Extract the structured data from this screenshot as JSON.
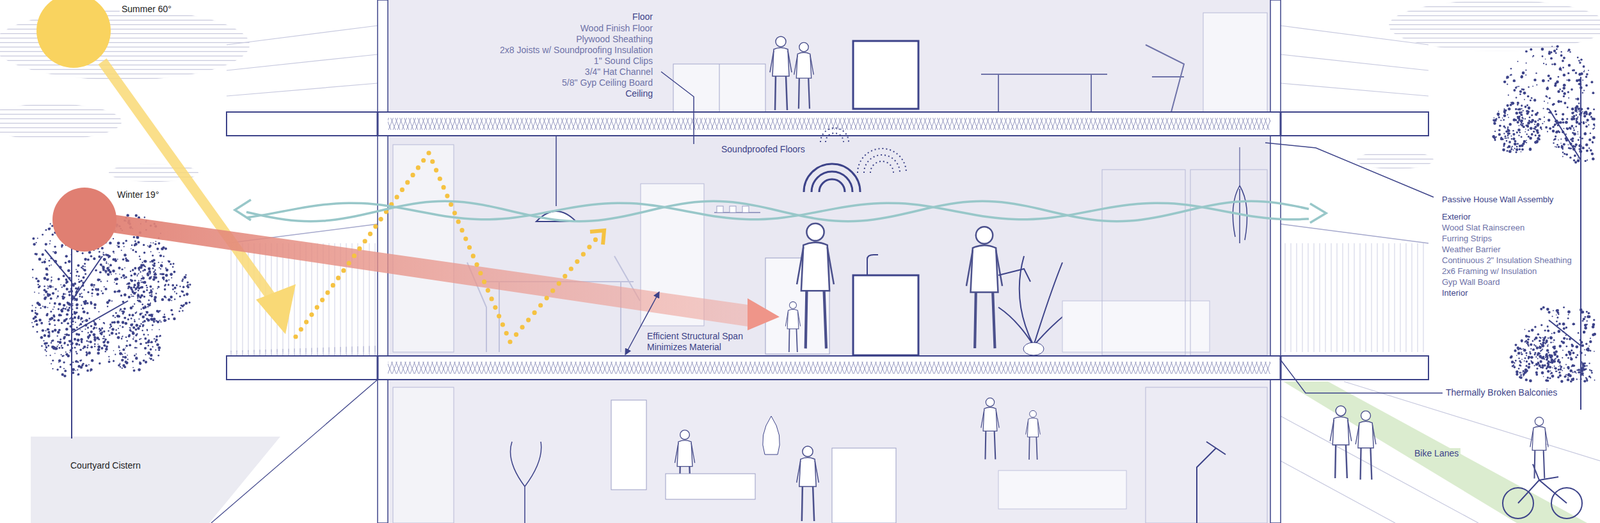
{
  "diagram": {
    "labels": [
      "Summer 60°",
      "Winter 19°",
      "Courtyard Cistern",
      "Floor",
      "Wood Finish Floor",
      "Plywood Sheathing",
      "2x8 Joists w/ Soundproofing Insulation",
      "1\" Sound Clips",
      "3/4\" Hat Channel",
      "5/8\" Gyp Ceiling Board",
      "Ceiling",
      "Soundproofed Floors",
      "Efficient Structural Span Minimizes Material",
      "Passive House Wall Assembly",
      "Exterior",
      "Wood Slat Rainscreen",
      "Furring Strips",
      "Weather Barrier",
      "Continuous 2\" Insulation Sheathing",
      "2x6 Framing w/ Insulation",
      "Gyp Wall Board",
      "Interior",
      "Thermally Broken Balconies",
      "Bike Lanes"
    ]
  }
}
